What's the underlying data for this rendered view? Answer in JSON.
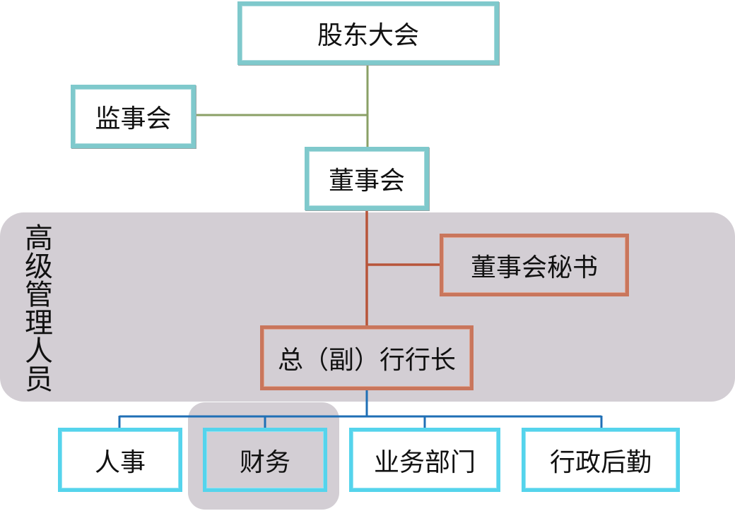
{
  "colors": {
    "region_fill": "#d3ced4",
    "teal_border": "#7fc9cc",
    "salmon_border": "#c9765c",
    "cyan_border": "#55d4ec",
    "green_line": "#8aa066",
    "brown_line": "#b8553a",
    "blue_line": "#1f6fb5"
  },
  "region_label": "高级管理人员",
  "nodes": {
    "shareholders": "股东大会",
    "supervisors": "监事会",
    "board": "董事会",
    "secretary": "董事会秘书",
    "president": "总（副）行行长",
    "departments": {
      "hr": "人事",
      "finance": "财务",
      "business": "业务部门",
      "admin": "行政后勤"
    }
  },
  "edges": [
    {
      "from": "shareholders",
      "to": "board"
    },
    {
      "from": "supervisors",
      "to": "shareholders-board-line"
    },
    {
      "from": "board",
      "to": "president"
    },
    {
      "from": "secretary",
      "to": "board-president-line"
    },
    {
      "from": "president",
      "to": "hr"
    },
    {
      "from": "president",
      "to": "finance"
    },
    {
      "from": "president",
      "to": "business"
    },
    {
      "from": "president",
      "to": "admin"
    }
  ]
}
